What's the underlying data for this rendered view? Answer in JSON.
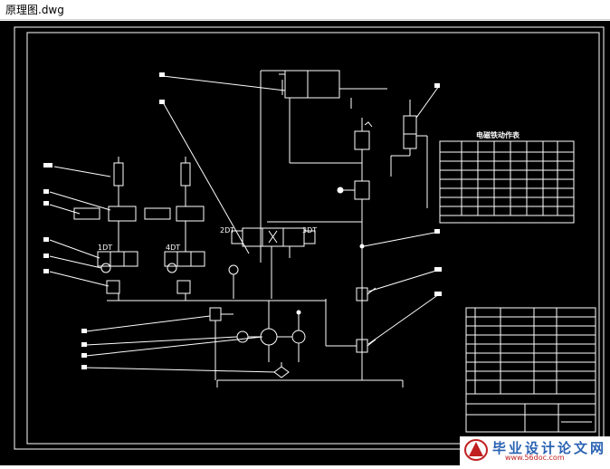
{
  "window": {
    "title": "原理图.dwg"
  },
  "drawing": {
    "table_title": "电磁铁动作表",
    "valve_labels": {
      "v1": "1DT",
      "v4": "4DT",
      "v2": "2DT",
      "v3": "3DT"
    },
    "colors": {
      "background": "#000000",
      "lines": "#ffffff",
      "watermark_blue": "#2a62b3",
      "watermark_red": "#c02020"
    }
  },
  "watermark": {
    "title": "毕业设计论文网",
    "url": "www.56doc.com"
  }
}
